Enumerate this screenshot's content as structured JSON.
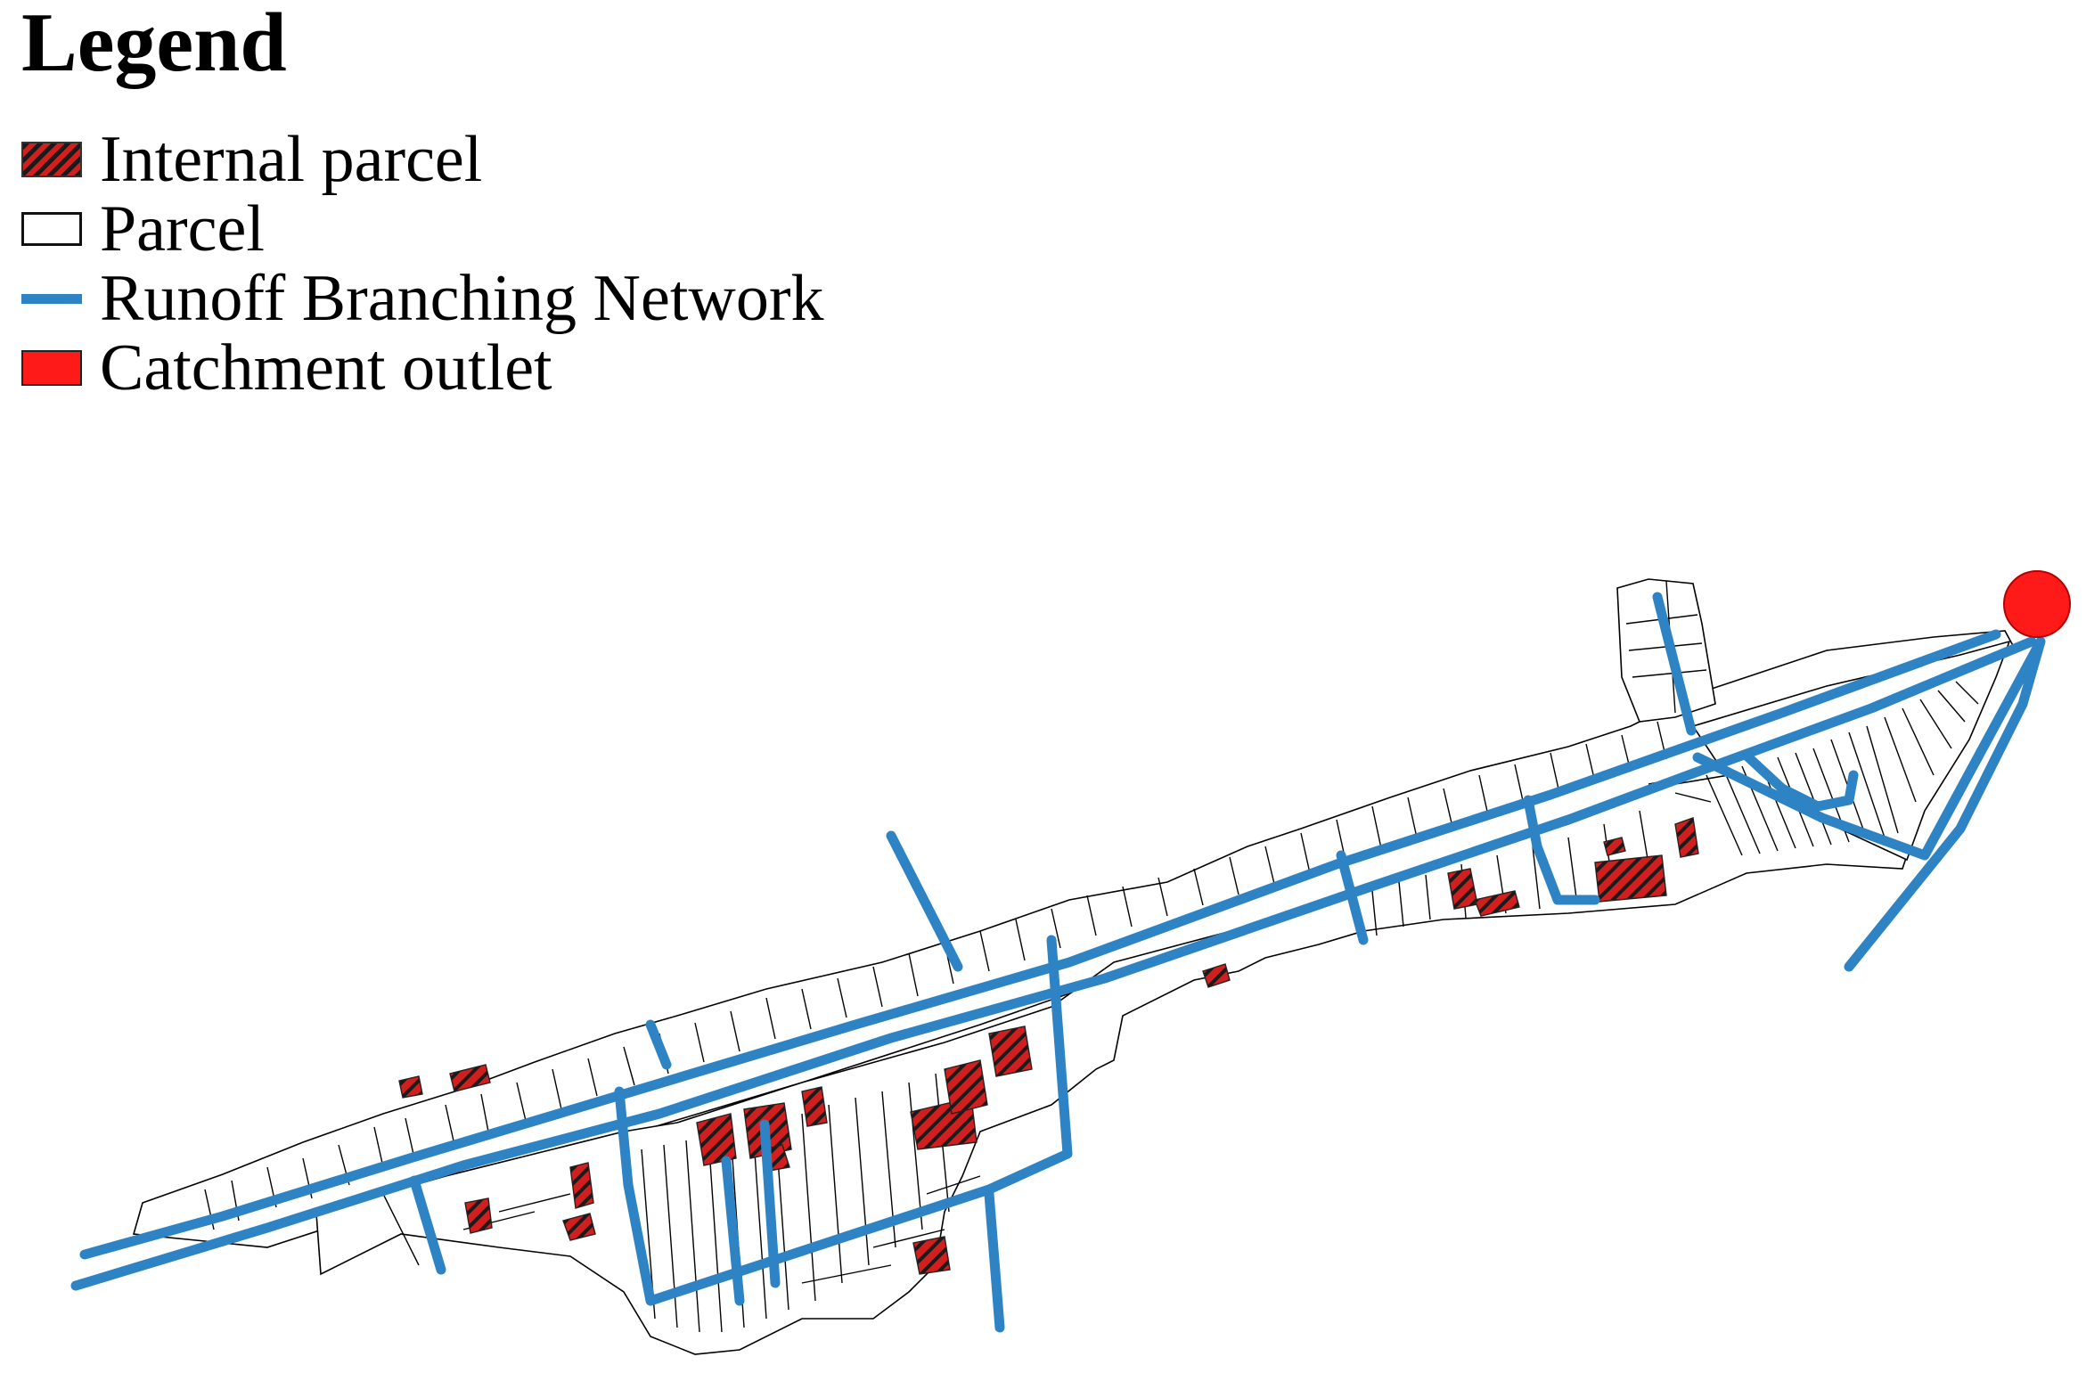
{
  "legend": {
    "title": "Legend",
    "items": [
      {
        "label": "Internal parcel",
        "symbol": "internal-parcel-swatch"
      },
      {
        "label": "Parcel",
        "symbol": "parcel-swatch"
      },
      {
        "label": "Runoff Branching Network",
        "symbol": "runoff-network-swatch"
      },
      {
        "label": "Catchment outlet",
        "symbol": "catchment-outlet-swatch"
      }
    ]
  },
  "colors": {
    "network": "#2e83c4",
    "outlet": "#ff1a1a",
    "internal_hatch_red": "#d11f1f",
    "internal_hatch_dark": "#1a1a1a",
    "parcel_fill": "#ffffff",
    "parcel_stroke": "#000000"
  }
}
